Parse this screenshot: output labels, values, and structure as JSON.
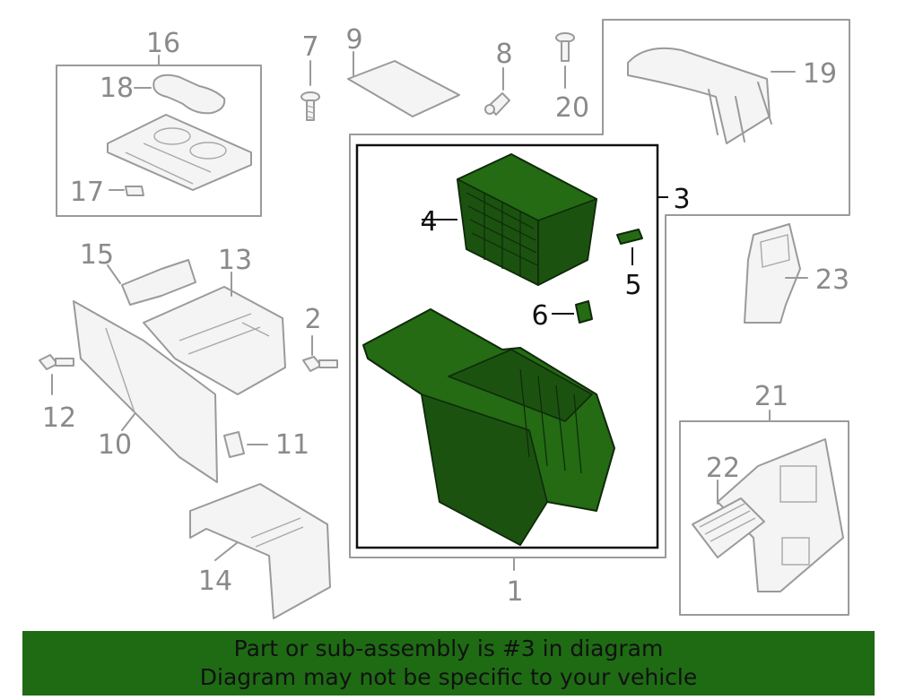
{
  "callouts": {
    "c1": "1",
    "c2": "2",
    "c3": "3",
    "c4": "4",
    "c5": "5",
    "c6": "6",
    "c7": "7",
    "c8": "8",
    "c9": "9",
    "c10": "10",
    "c11": "11",
    "c12": "12",
    "c13": "13",
    "c14": "14",
    "c15": "15",
    "c16": "16",
    "c17": "17",
    "c18": "18",
    "c19": "19",
    "c20": "20",
    "c21": "21",
    "c22": "22",
    "c23": "23"
  },
  "banner": {
    "line1": "Part or sub-assembly is #3 in diagram",
    "line2": "Diagram may not be specific to your vehicle"
  },
  "colors": {
    "highlight_green": "#246b14",
    "banner_green": "#1e6b14",
    "line_gray": "#9a9a9a"
  }
}
